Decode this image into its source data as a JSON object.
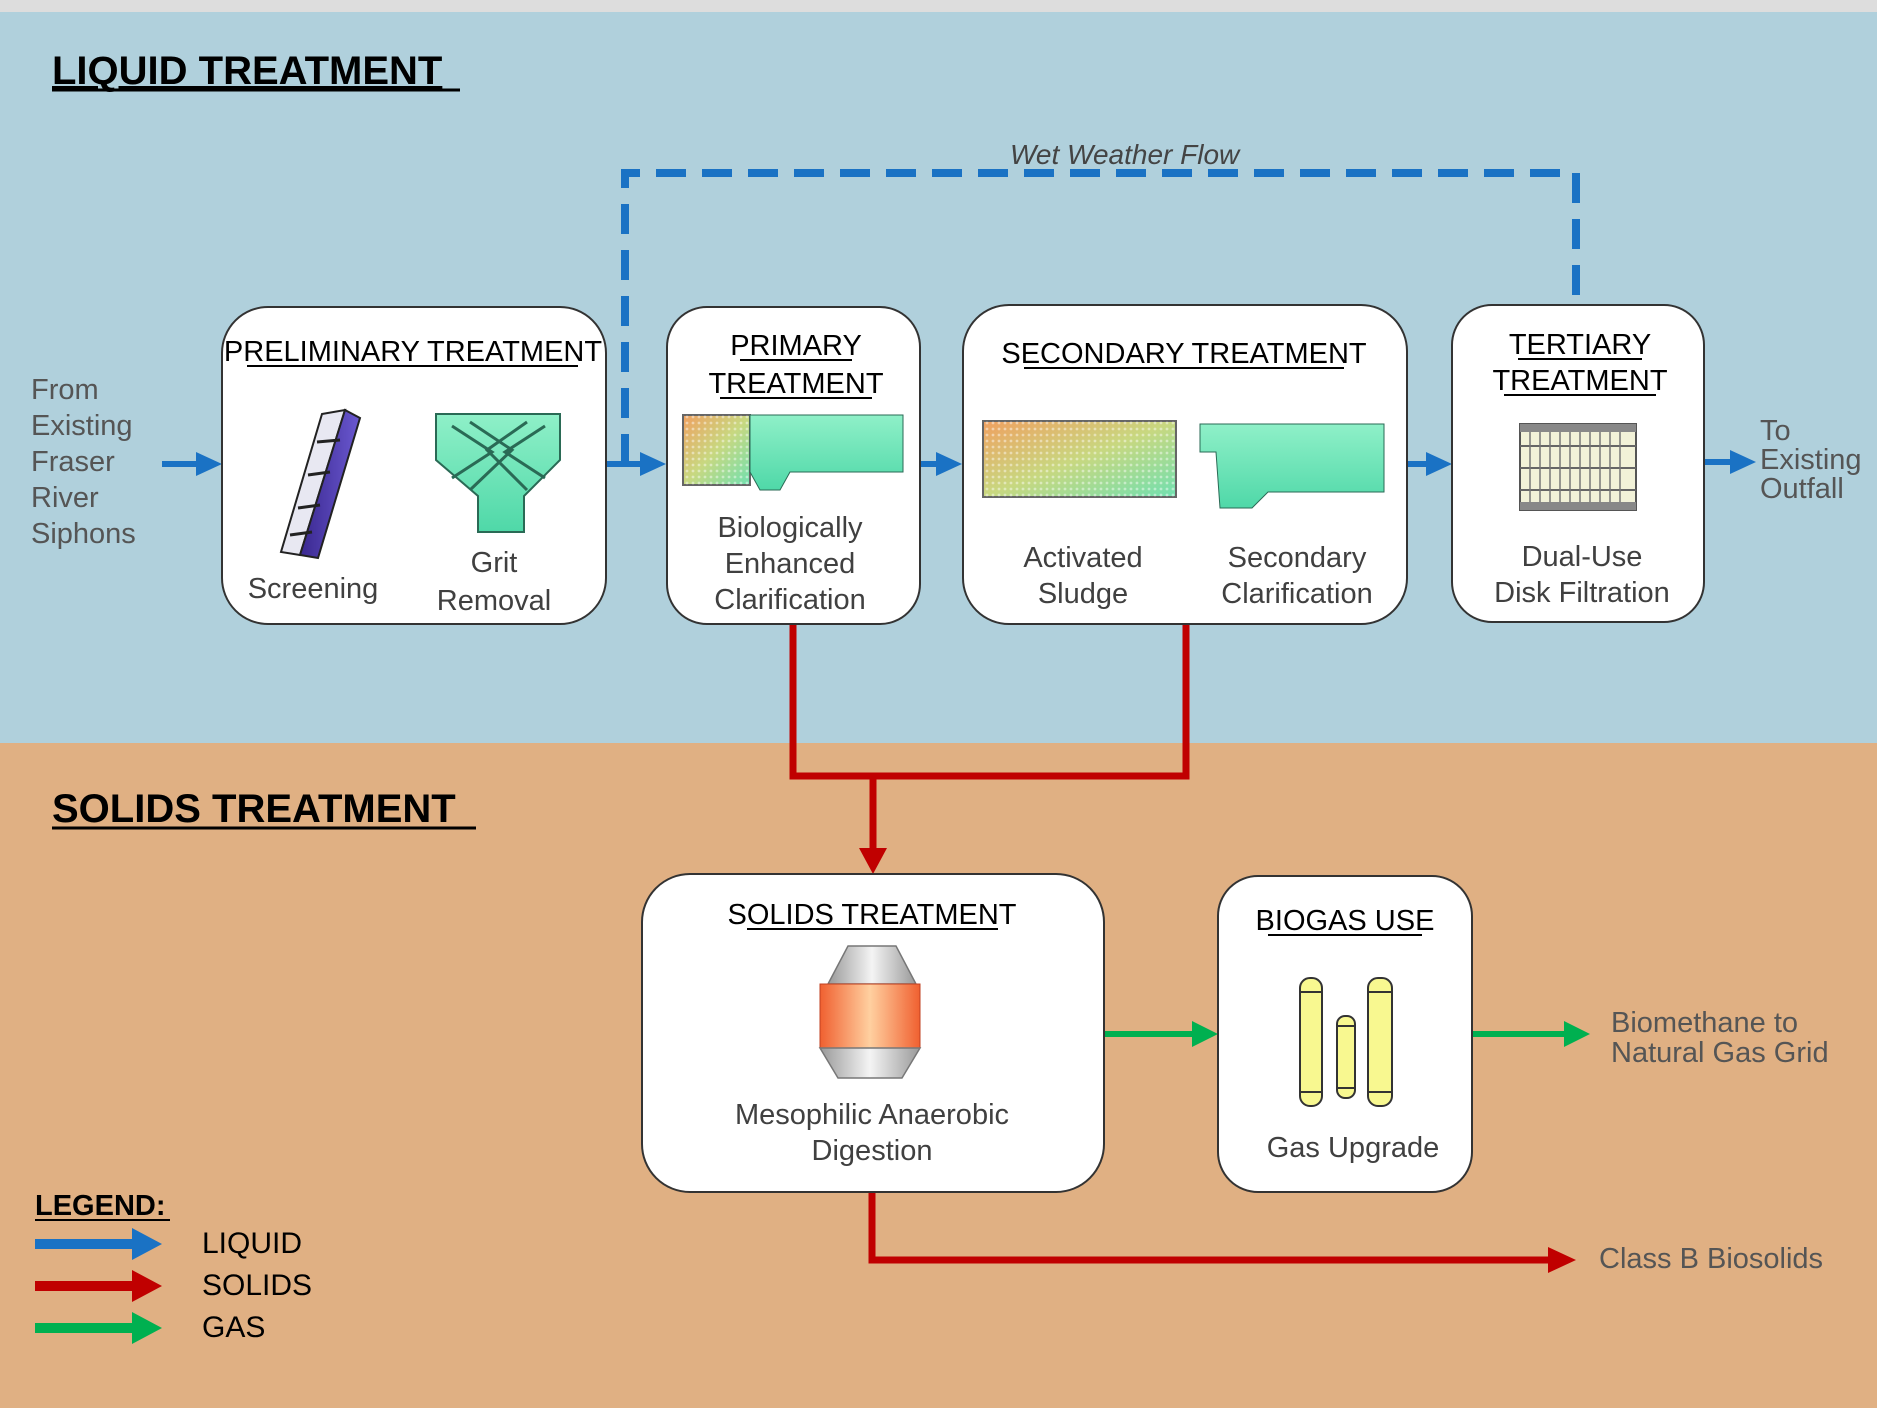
{
  "sections": {
    "liquid_heading": "LIQUID TREATMENT",
    "solids_heading": "SOLIDS TREATMENT"
  },
  "inputs": {
    "from_lines": [
      "From",
      "Existing",
      "Fraser",
      "River",
      "Siphons"
    ],
    "to_lines": [
      "To",
      "Existing",
      "Outfall"
    ]
  },
  "wet_weather_label": "Wet Weather Flow",
  "boxes": {
    "preliminary": {
      "title": "PRELIMINARY TREATMENT",
      "item1": "Screening",
      "item2_lines": [
        "Grit",
        "Removal"
      ]
    },
    "primary": {
      "title_lines": [
        "PRIMARY",
        "TREATMENT"
      ],
      "item_lines": [
        "Biologically",
        "Enhanced",
        "Clarification"
      ]
    },
    "secondary": {
      "title": "SECONDARY TREATMENT",
      "item1_lines": [
        "Activated",
        "Sludge"
      ],
      "item2_lines": [
        "Secondary",
        "Clarification"
      ]
    },
    "tertiary": {
      "title_lines": [
        "TERTIARY",
        "TREATMENT"
      ],
      "item_lines": [
        "Dual-Use",
        "Disk Filtration"
      ]
    },
    "solids": {
      "title": "SOLIDS TREATMENT",
      "item_lines": [
        "Mesophilic Anaerobic",
        "Digestion"
      ]
    },
    "biogas": {
      "title": "BIOGAS USE",
      "item": "Gas Upgrade"
    }
  },
  "outputs": {
    "biomethane_lines": [
      "Biomethane to",
      "Natural Gas Grid"
    ],
    "biosolids": "Class B Biosolids"
  },
  "legend": {
    "title": "LEGEND:",
    "items": [
      {
        "label": "LIQUID",
        "color": "#1a72c4"
      },
      {
        "label": "SOLIDS",
        "color": "#c00000"
      },
      {
        "label": "GAS",
        "color": "#00b050"
      }
    ]
  },
  "colors": {
    "liquid_bg": "#b0d0dc",
    "solids_bg": "#e0b083",
    "liquid_flow": "#1a72c4",
    "solids_flow": "#c00000",
    "gas_flow": "#00b050"
  }
}
